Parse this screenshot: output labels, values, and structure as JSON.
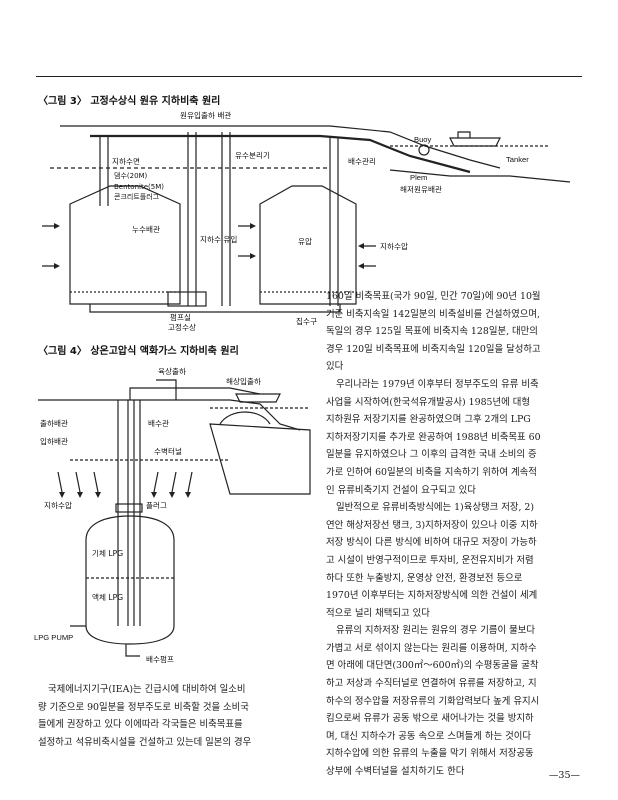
{
  "figure3": {
    "title": "〈그림 3〉 고정수상식 원유 지하비축 원리",
    "labels": {
      "outlet_pipe": "원유입출하 배관",
      "groundwater_level": "지하수면",
      "dam": "댐수(20M)",
      "bentonite": "Bentonite(5M)",
      "concrete_plug": "콘크리트플러그",
      "water_sep": "유수분리기",
      "drain_pipe": "배수관리",
      "buoy": "Buoy",
      "tanker": "Tanker",
      "plem": "Plem",
      "seabed_pipe": "해저원유배관",
      "leak_pipe": "누수배관",
      "gw_inflow": "지하수 유입",
      "oil_pressure": "유압",
      "gw_pressure": "지하수압",
      "pump_room": "펌프실",
      "fixed_water": "고정수상",
      "sump": "집수구"
    }
  },
  "figure4": {
    "title": "〈그림 4〉 상온고압식 액화가스 지하비축 원리",
    "labels": {
      "land_out": "육상출하",
      "sea_out": "해상입출하",
      "outlet_pipe": "출하배관",
      "inlet_pipe": "입하배관",
      "drain_pipe": "배수관",
      "shaft_tunnel": "수벽터널",
      "gw_inflow": "지하수압",
      "plug": "플러그",
      "gas_lpg": "기체 LPG",
      "liquid_lpg": "액체 LPG",
      "lpg_pump": "LPG PUMP",
      "drain_pump": "배수펌프"
    }
  },
  "right_column": [
    "160일 비축목표(국가 90일, 민간 70일)에 90년 10월",
    "기준 비축지속일 142일분의 비축설비를 건설하였으며,",
    "독일의 경우 125일 목표에 비축지속 128일분, 대만의",
    "경우 120일 비축목표에 비축지속일 120일을 달성하고",
    "있다",
    "우리나라는 1979년 이후부터 정부주도의 유류 비축",
    "사업을 시작하여(한국석유개발공사) 1985년에 대형",
    "지하원유 저장기지를 완공하였으며 그후 2개의 LPG",
    "지하저장기지를 추가로 완공하여 1988년 비축목표 60",
    "일분을 유지하였으나 그 이후의 급격한 국내 소비의 증",
    "가로 인하여 60일분의 비축을 지속하기 위하여 계속적",
    "인 유류비축기지 건설이 요구되고 있다",
    "일반적으로 유류비축방식에는 1)육상탱크 저장, 2)",
    "연안 해상저장선 탱크, 3)지하저장이 있으나 이중 지하",
    "저장 방식이 다른 방식에 비하여 대규모 저장이 가능하",
    "고 시설이 반영구적이므로 투자비, 운전유지비가 저렴",
    "하다 또한 누출방지, 운영상 안전, 환경보전 등으로",
    "1970년 이후부터는 지하저장방식에 의한 건설이 세계",
    "적으로 널리 채택되고 있다",
    "유류의 지하저장 원리는 원유의 경우 기름이 물보다",
    "가볍고 서로 섞이지 않는다는 원리를 이용하며, 지하수",
    "면 아래에 대단면(300㎡～600㎡)의 수평동굴을 굴착",
    "하고 저상과 수직터널로 연결하여 유류를 저장하고, 지",
    "하수의 정수압을 저장유류의 기화압력보다 높게 유지시",
    "킴으로써 유류가 공동 밖으로 새어나가는 것을 방지하",
    "며, 대신 지하수가 공동 속으로 스며들게 하는 것이다",
    "지하수압에 의한 유류의 누출을 막기 위해서 저장공동",
    "상부에 수벽터널을 설치하기도 한다"
  ],
  "left_column": [
    "국제에너지기구(IEA)는 긴급시에 대비하여 일소비",
    "량 기준으로 90일분을 정부주도로 비축할 것을 소비국",
    "들에게 권장하고 있다 이에따라 각국들은 비축목표를",
    "설정하고 석유비축시설을 건설하고 있는데 일본의 경우"
  ],
  "page_number": "—35—"
}
